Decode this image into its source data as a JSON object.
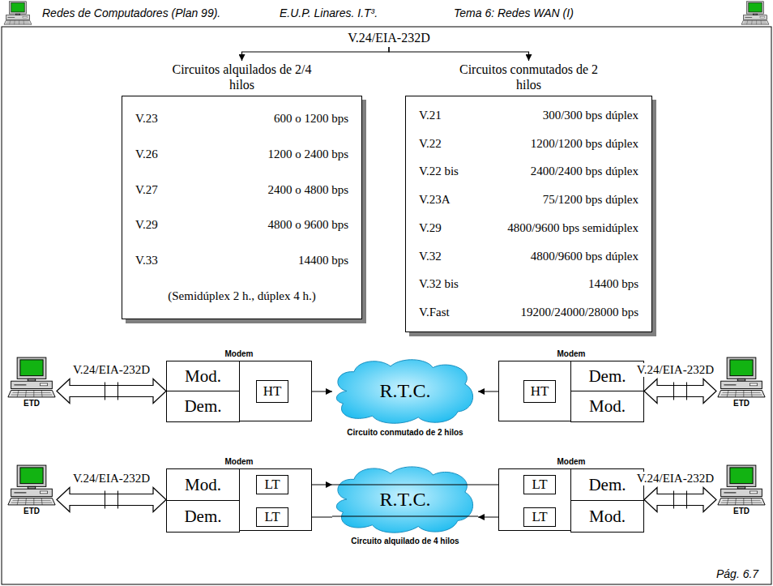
{
  "diagram": {
    "nodes": [
      {
        "text": [
          "V.24/EIA-232D"
        ]
      },
      {
        "text": [
          "Circuitos alquilados de 2/4 hilos",
          "V.23",
          "600 o 1200 bps",
          "V.26",
          "1200 o 2400 bps",
          "V.27",
          "2400 o 4800 bps",
          "V.29",
          "4800 o 9600 bps",
          "V.33",
          "14400 bps",
          "(Semidúplex 2 h., dúplex 4 h.)"
        ]
      },
      {
        "text": [
          "Circuitos conmutados de 2 hilos",
          "V.21",
          "300/300 bps dúplex",
          "V.22",
          "1200/1200 bps dúplex",
          "V.22 bis",
          "2400/2400 bps dúplex",
          "V.23A",
          "75/1200 bps dúplex",
          "V.29",
          "4800/9600 bps semidúplex",
          "V.32",
          "4800/9600 bps dúplex",
          "V.32 bis",
          "14400 bps",
          "V.Fast",
          "19200/24000/28000 bps"
        ]
      },
      {
        "text": [
          "ETD"
        ]
      },
      {
        "text": [
          "Modem"
        ]
      },
      {
        "text": [
          "Mod."
        ],
        "in": 4
      },
      {
        "text": [
          "Dem."
        ],
        "in": 4
      },
      {
        "text": [
          "HT"
        ],
        "in": 4
      },
      {
        "text": [
          "R.T.C."
        ]
      },
      {
        "text": [
          "Modem"
        ]
      },
      {
        "text": [
          "HT"
        ],
        "in": 9
      },
      {
        "text": [
          "Dem."
        ],
        "in": 9
      },
      {
        "text": [
          "Mod."
        ],
        "in": 9
      },
      {
        "text": [
          "ETD"
        ]
      },
      {
        "text": [
          "ETD"
        ]
      },
      {
        "text": [
          "Modem"
        ]
      },
      {
        "text": [
          "Mod."
        ],
        "in": 15
      },
      {
        "text": [
          "LT"
        ],
        "in": 15
      },
      {
        "text": [
          "Dem."
        ],
        "in": 15
      },
      {
        "text": [
          "LT"
        ],
        "in": 15
      },
      {
        "text": [
          "R.T.C."
        ]
      },
      {
        "text": [
          "Modem"
        ]
      },
      {
        "text": [
          "LT"
        ],
        "in": 21
      },
      {
        "text": [
          "Dem."
        ],
        "in": 21
      },
      {
        "text": [
          "LT"
        ],
        "in": 21
      },
      {
        "text": [
          "Mod."
        ],
        "in": 21
      },
      {
        "text": [
          "ETD"
        ]
      }
    ],
    "edges": [
      {
        "from": 0,
        "to": 1,
        "arrow": "to"
      },
      {
        "from": 0,
        "to": 2,
        "arrow": "to"
      },
      {
        "from": 3,
        "to": 4,
        "arrow": "both",
        "label": "V.24/EIA-232D"
      },
      {
        "from": 5,
        "to": 7,
        "arrow": "to"
      },
      {
        "from": 7,
        "to": 6,
        "arrow": "to"
      },
      {
        "from": 7,
        "to": 8,
        "arrow": "both"
      },
      {
        "from": 8,
        "to": 10,
        "arrow": "both"
      },
      {
        "from": 10,
        "to": 11,
        "arrow": "to"
      },
      {
        "from": 12,
        "to": 10,
        "arrow": "to"
      },
      {
        "from": 9,
        "to": 13,
        "arrow": "both",
        "label": "V.24/EIA-232D"
      },
      {
        "from": 14,
        "to": 15,
        "arrow": "both",
        "label": "V.24/EIA-232D"
      },
      {
        "from": 16,
        "to": 17,
        "arrow": "to"
      },
      {
        "from": 19,
        "to": 18,
        "arrow": "to"
      },
      {
        "from": 17,
        "to": 20,
        "arrow": "to"
      },
      {
        "from": 20,
        "to": 22,
        "arrow": "to"
      },
      {
        "from": 24,
        "to": 20,
        "arrow": "to"
      },
      {
        "from": 20,
        "to": 19,
        "arrow": "to"
      },
      {
        "from": 22,
        "to": 23,
        "arrow": "to"
      },
      {
        "from": 25,
        "to": 24,
        "arrow": "to"
      },
      {
        "from": 21,
        "to": 26,
        "arrow": "both",
        "label": "V.24/EIA-232D"
      }
    ],
    "labels": [
      "Redes de Computadores (Plan 99).",
      "E.U.P. Linares. I.T³.",
      "Tema 6: Redes WAN (I)",
      "Circuito conmutado de 2 hilos",
      "Circuito alquilado de 4 hilos",
      "Pág. 6.7"
    ]
  }
}
